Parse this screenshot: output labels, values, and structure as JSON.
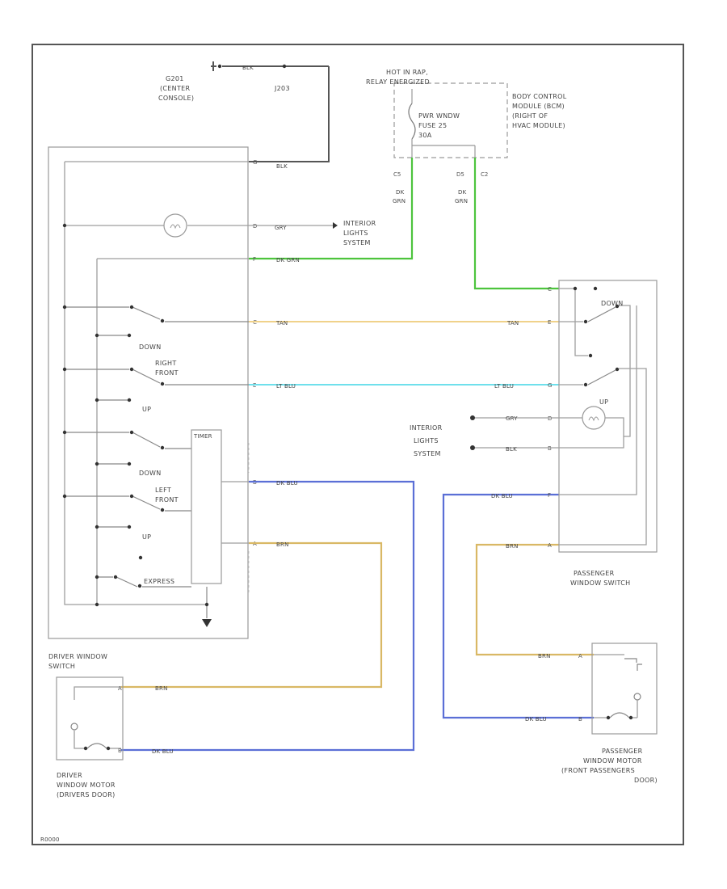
{
  "ground_g201": [
    "G201",
    "(CENTER",
    "CONSOLE)"
  ],
  "splice_j203": "J203",
  "wire_blk_top": "BLK",
  "hot_label": [
    "HOT IN RAP,",
    "RELAY ENERGIZED"
  ],
  "fuse_label": [
    "PWR WNDW",
    "FUSE 25",
    "30A"
  ],
  "bcm_label": [
    "BODY CONTROL",
    "MODULE (BCM)",
    "(RIGHT OF",
    "HVAC MODULE)"
  ],
  "bcm_pins": [
    "C5",
    "D5",
    "C2"
  ],
  "wire_dk_grn": [
    "DK",
    "GRN"
  ],
  "interior_lights_1": [
    "INTERIOR",
    "LIGHTS",
    "SYSTEM"
  ],
  "interior_lights_2": [
    "INTERIOR",
    "LIGHTS",
    "SYSTEM"
  ],
  "driver_switch_label": [
    "DRIVER WINDOW",
    "SWITCH"
  ],
  "passenger_switch_label": [
    "PASSENGER",
    "WINDOW SWITCH"
  ],
  "driver_motor_label": [
    "DRIVER",
    "WINDOW MOTOR",
    "(DRIVERS DOOR)"
  ],
  "passenger_motor_label": [
    "PASSENGER",
    "WINDOW MOTOR",
    "(FRONT PASSENGERS",
    "DOOR)"
  ],
  "switch_words": {
    "down1": "DOWN",
    "right_front": [
      "RIGHT",
      "FRONT"
    ],
    "up1": "UP",
    "down2": "DOWN",
    "left_front": [
      "LEFT",
      "FRONT"
    ],
    "up2": "UP",
    "express": "EXPRESS",
    "timer": "TIMER",
    "down_p": "DOWN",
    "up_p": "UP"
  },
  "wires": {
    "blk": "BLK",
    "gry": "GRY",
    "dk_grn": "DK GRN",
    "tan": "TAN",
    "lt_blu": "LT BLU",
    "dk_blu": "DK BLU",
    "brn": "BRN",
    "blk_p": "BLK",
    "gry_p": "GRY"
  },
  "pins": {
    "d_a": "A",
    "d_b": "B",
    "d_c": "C",
    "d_d": "D",
    "d_e": "E",
    "d_f": "F",
    "d_g": "G",
    "p_a": "A",
    "p_b": "B",
    "p_c": "C",
    "p_d": "D",
    "p_e": "E",
    "p_f": "F",
    "p_g": "G",
    "m_a": "A",
    "m_b": "B",
    "pm_a": "A",
    "pm_b": "B"
  },
  "footer_code": "R0000"
}
